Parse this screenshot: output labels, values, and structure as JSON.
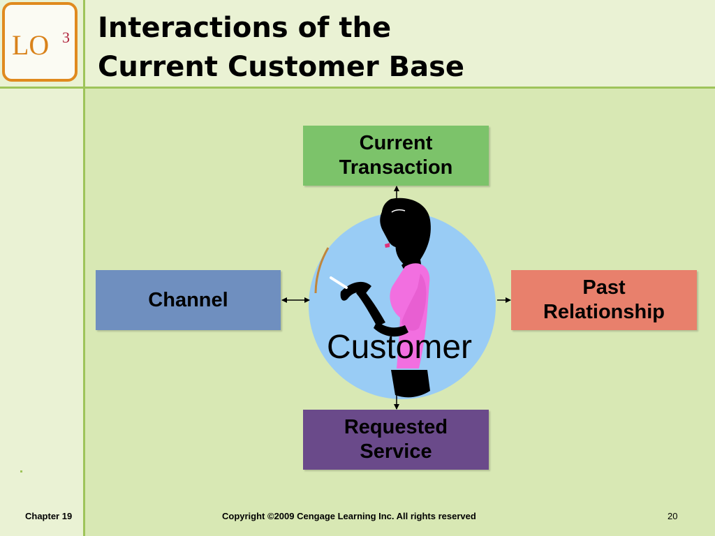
{
  "badge": {
    "text": "LO",
    "superscript": "3"
  },
  "title": {
    "line1": "Interactions of the",
    "line2": "Current Customer Base"
  },
  "diagram": {
    "center": {
      "label": "Customer"
    },
    "boxes": {
      "top": {
        "label": "Current\nTransaction",
        "color": "#7cc36a"
      },
      "left": {
        "label": "Channel",
        "color": "#6f8fbf"
      },
      "right": {
        "label": "Past\nRelationship",
        "color": "#e8806c"
      },
      "bottom": {
        "label": "Requested\nService",
        "color": "#6a4a8a"
      }
    }
  },
  "footer": {
    "chapter": "Chapter 19",
    "copyright": "Copyright ©2009 Cengage Learning Inc.  All rights reserved",
    "page": "20"
  }
}
